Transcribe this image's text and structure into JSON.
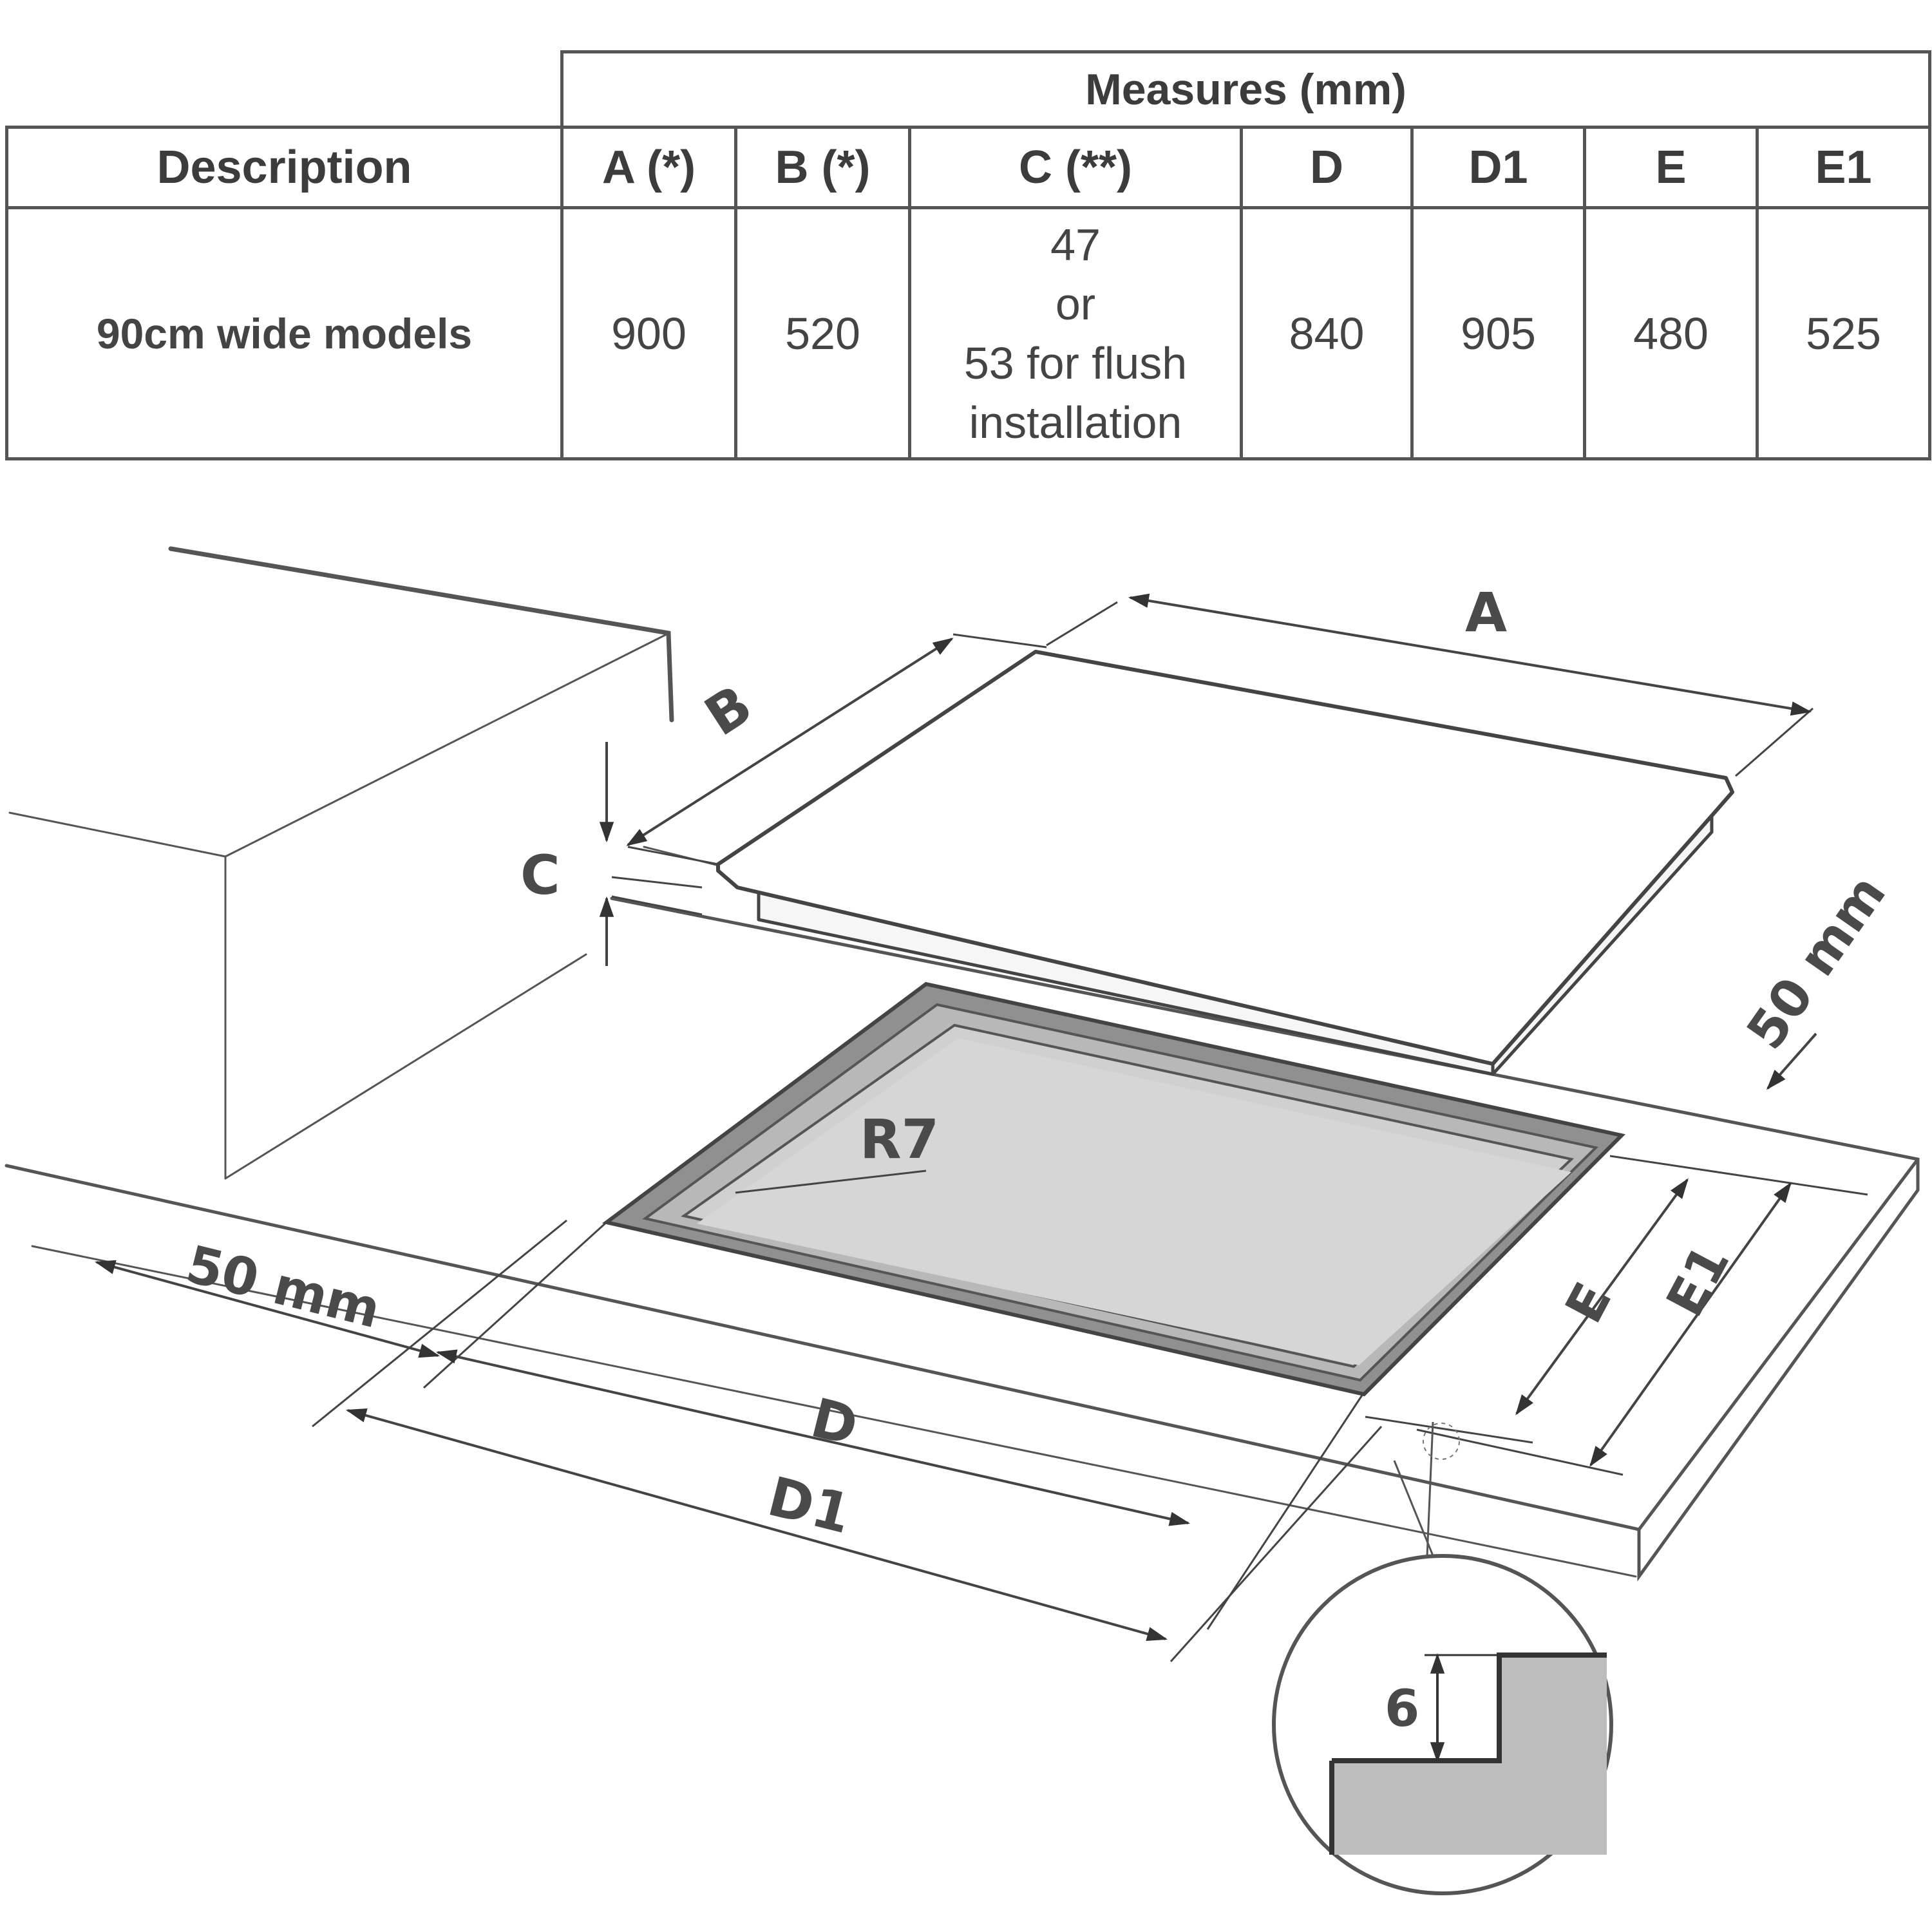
{
  "table": {
    "group_header": "Measures (mm)",
    "columns": [
      "Description",
      "A (*)",
      "B (*)",
      "C (**)",
      "D",
      "D1",
      "E",
      "E1"
    ],
    "row": {
      "description": "90cm wide models",
      "a": "900",
      "b": "520",
      "c_lines": [
        "47",
        "or",
        "53 for flush",
        "installation"
      ],
      "d": "840",
      "d1": "905",
      "e": "480",
      "e1": "525"
    }
  },
  "drawing": {
    "label_a": "A",
    "label_b": "B",
    "label_c": "C",
    "label_d": "D",
    "label_d1": "D1",
    "label_e": "E",
    "label_e1": "E1",
    "label_r7": "R7",
    "label_50mm_front": "50 mm",
    "label_50mm_side": "50 mm",
    "label_detail": "6"
  }
}
